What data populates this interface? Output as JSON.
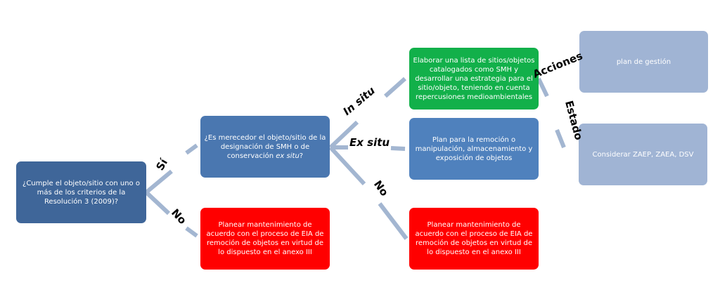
{
  "nodes": {
    "root": "¿Cumple el objeto/sitio con uno o más de los criterios de la Resolución 3 (2009)?",
    "designation_pre": "¿Es merecedor el objeto/sitio de la designación de SMH o de conservación ",
    "designation_em": "ex situ",
    "designation_post": "?",
    "no_maintenance_1": "Planear mantenimiento de acuerdo con el proceso de EIA de remoción de objetos en virtud de lo dispuesto en el anexo III",
    "in_situ_list": "Elaborar una lista de sitios/objetos catalogados como SMH y desarrollar una estrategia para el sitio/objeto, teniendo en cuenta repercusiones medioambientales",
    "ex_situ_plan": "Plan para la remoción o manipulación, almacenamiento y exposición de objetos",
    "no_maintenance_2": "Planear mantenimiento de acuerdo con el proceso de EIA de remoción de objetos en virtud de lo dispuesto en el anexo III",
    "management_plan": "plan de gestión",
    "consider": "Considerar ZAEP, ZAEA, DSV"
  },
  "edges": {
    "yes": "Sí",
    "no_1": "No",
    "in_situ": "In situ",
    "ex_situ": "Ex situ",
    "no_2": "No",
    "actions": "Acciones",
    "status": "Estado"
  },
  "colors": {
    "dark_blue": "#3f6699",
    "blue": "#4a77b0",
    "red": "#ff0000",
    "green": "#12b04a",
    "light_blue": "#a0b4d4",
    "connector": "#a3b6d1"
  }
}
